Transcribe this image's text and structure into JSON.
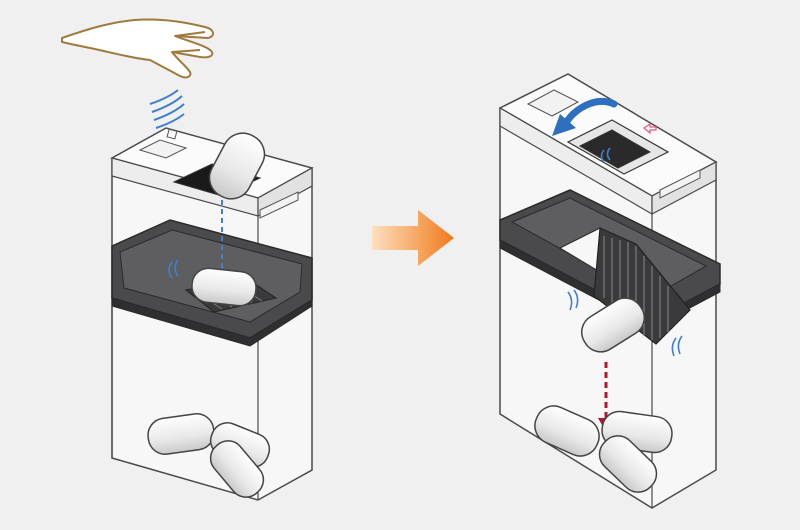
{
  "diagram": {
    "background": "#f0f0f1",
    "colors": {
      "outline": "#3a3a3a",
      "tray_fill": "#4a4a4c",
      "tray_dark": "#2f2f31",
      "opening_dark": "#1a1a1a",
      "hand_stroke": "#a07a3c",
      "sensor_wave": "#3f7fd0",
      "drop_dashed_blue": "#3f7fd0",
      "rotate_arrow": "#2f6fc0",
      "drop_arrow_red": "#b0182a",
      "process_arrow": "#f08a2a",
      "small_pink_arrow": "#e25a7a"
    },
    "panels": [
      {
        "id": "before",
        "state": "sensor triggered, waste dropped into lid"
      },
      {
        "id": "after",
        "state": "trap door rotates, waste falls into bin"
      }
    ],
    "icons": [
      "hand-icon",
      "sensor-wave-icon",
      "rotate-arrow-icon",
      "process-arrow-icon",
      "drop-arrow-icon"
    ]
  }
}
